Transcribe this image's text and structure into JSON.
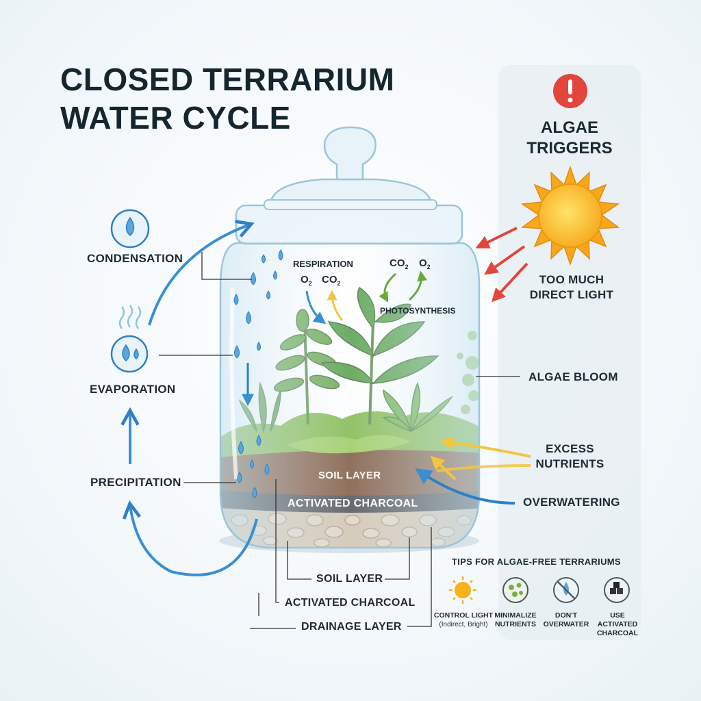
{
  "title": {
    "line1": "CLOSED TERRARIUM",
    "line2": "WATER CYCLE"
  },
  "cycle_labels": {
    "condensation": "CONDENSATION",
    "evaporation": "EVAPORATION",
    "precipitation": "PRECIPITATION"
  },
  "gas_exchange": {
    "respiration": "RESPIRATION",
    "o2_left": "O",
    "co2_left": "CO",
    "co2_right": "CO",
    "o2_right": "O",
    "sub2": "2",
    "photosynthesis": "PHOTOSYNTHESIS"
  },
  "layers_inside": {
    "soil": "SOIL LAYER",
    "charcoal": "ACTIVATED CHARCOAL"
  },
  "layers_callouts": {
    "soil": "SOIL LAYER",
    "charcoal": "ACTIVATED CHARCOAL",
    "drainage": "DRAINAGE LAYER"
  },
  "algae": {
    "panel_title_1": "ALGAE",
    "panel_title_2": "TRIGGERS",
    "light_1": "TOO MUCH",
    "light_2": "DIRECT LIGHT",
    "bloom": "ALGAE BLOOM",
    "nutrients_1": "EXCESS",
    "nutrients_2": "NUTRIENTS",
    "overwatering": "OVERWATERING"
  },
  "tips": {
    "heading": "TIPS FOR ALGAE-FREE TERRARIUMS",
    "items": [
      {
        "icon": "sun-icon",
        "line1": "CONTROL LIGHT",
        "line2": "(Indirect, Bright)"
      },
      {
        "icon": "nutrients-icon",
        "line1": "MINIMALIZE",
        "line2": "NUTRIENTS"
      },
      {
        "icon": "no-water-icon",
        "line1": "DON'T",
        "line2": "OVERWATER"
      },
      {
        "icon": "charcoal-icon",
        "line1": "USE ACTIVATED",
        "line2": "CHARCOAL"
      }
    ]
  },
  "colors": {
    "water_blue": "#3a8fd0",
    "arrow_red": "#e2453b",
    "arrow_yellow": "#f2c640",
    "algae_green": "#79b23a",
    "soil": "#6b4127",
    "charcoal": "#3a3e42",
    "sun": "#f7b21a"
  }
}
